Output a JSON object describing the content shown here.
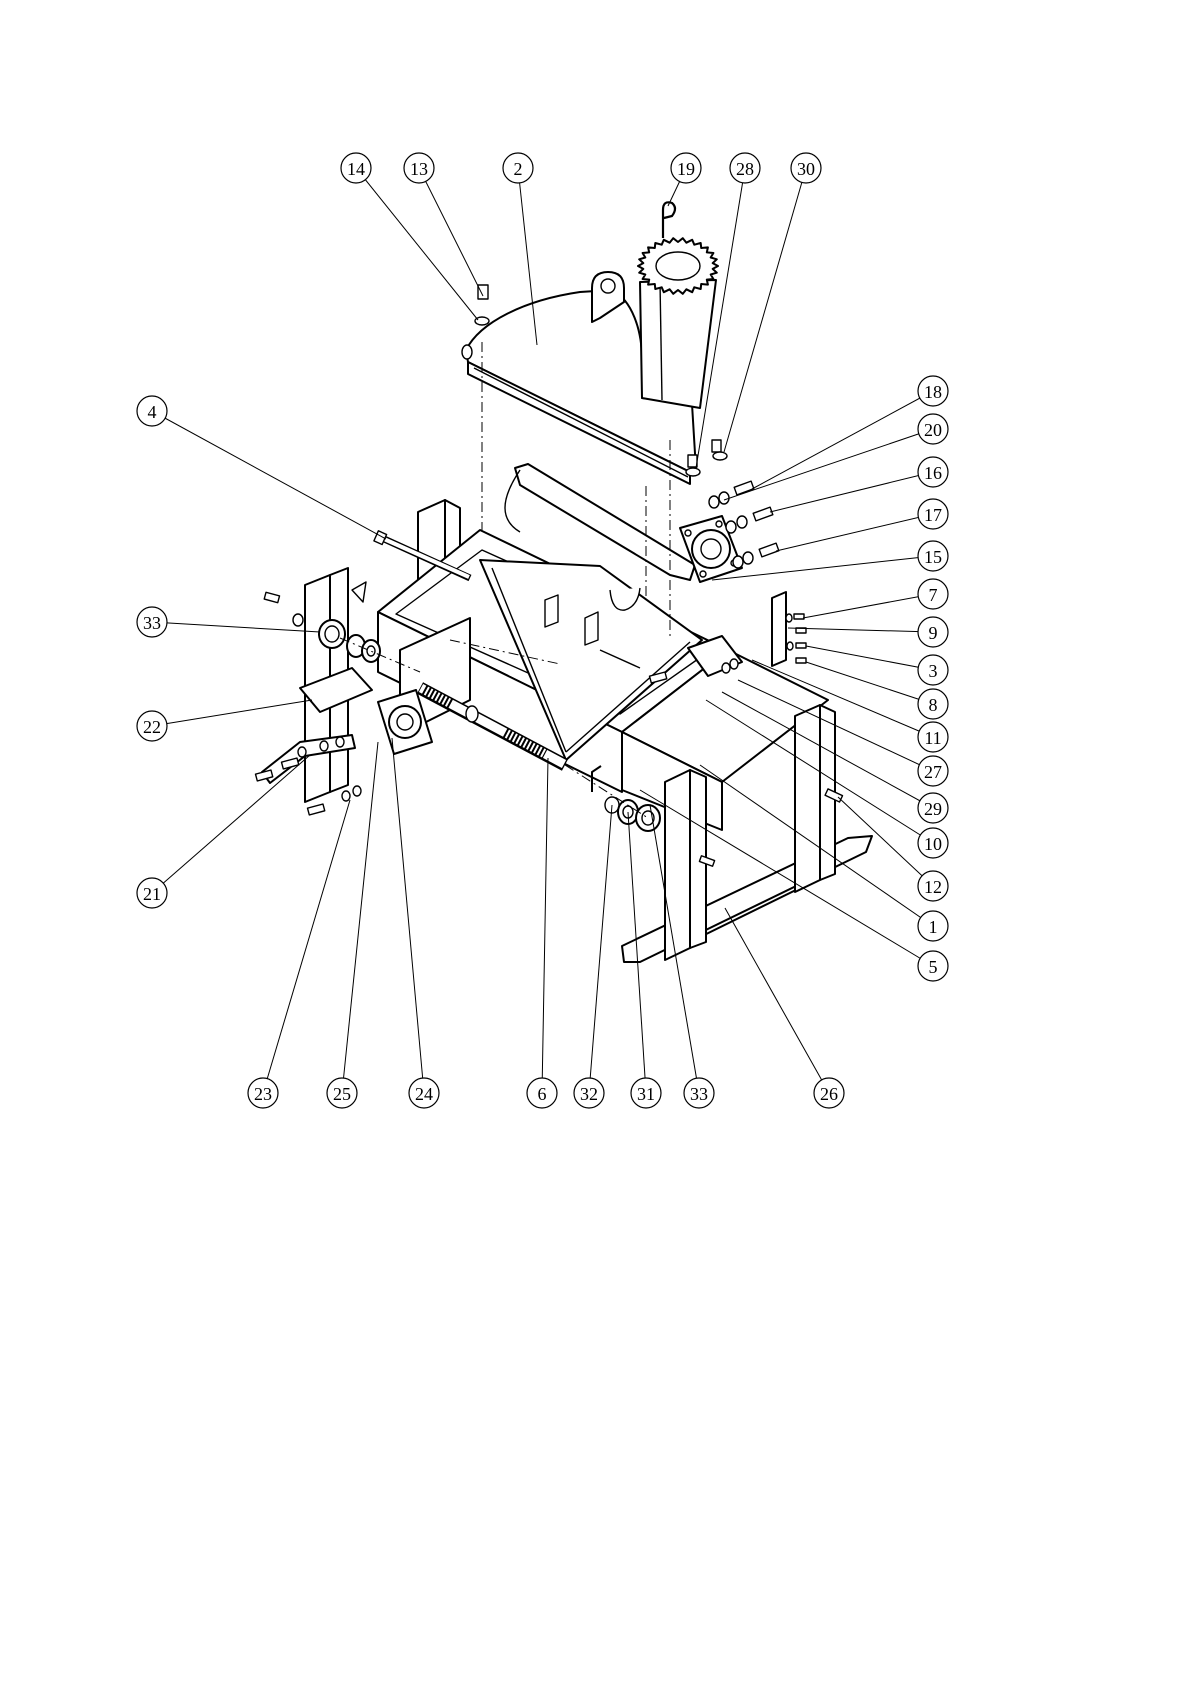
{
  "diagram": {
    "callouts_top": [
      "14",
      "13",
      "2",
      "19",
      "28",
      "30"
    ],
    "callouts_right": [
      "18",
      "20",
      "16",
      "17",
      "15",
      "7",
      "9",
      "3",
      "8",
      "11",
      "27",
      "29",
      "10",
      "12",
      "1",
      "5"
    ],
    "callouts_left": [
      "4",
      "33",
      "22",
      "21"
    ],
    "callouts_bottom": [
      "23",
      "25",
      "24",
      "6",
      "32",
      "31",
      "33",
      "26"
    ]
  },
  "colors": {
    "line": "#000000",
    "background": "#ffffff"
  }
}
